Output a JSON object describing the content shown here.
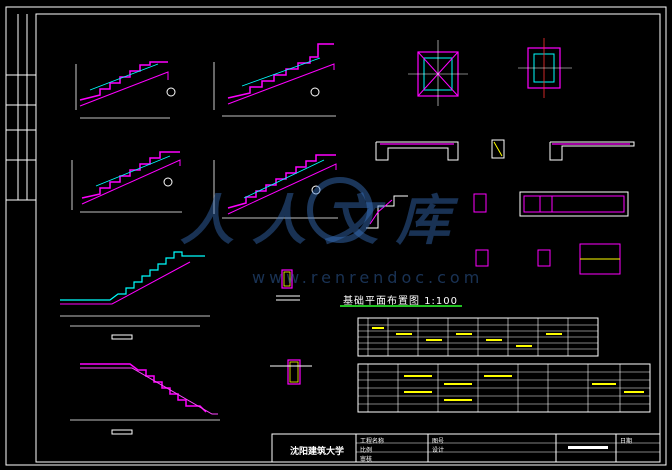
{
  "drawing": {
    "foundation_plan_title": "基础平面布置图 1:100",
    "school_name": "沈阳建筑大学",
    "watermark_text": "人人文库",
    "watermark_url": "www.renrendoc.com",
    "titleblock_cells": [
      "工程名称",
      "图号",
      "比例",
      "设计",
      "审核",
      "日期"
    ],
    "colors": {
      "background": "#000000",
      "line": "#ffffff",
      "stair": "#ff00ff",
      "stair_accent": "#ff44ff",
      "rebar": "#00ffff",
      "highlight": "#ffff00",
      "dim_green": "#22c122",
      "red": "#ff3030",
      "watermark": "#3c78c8"
    }
  }
}
